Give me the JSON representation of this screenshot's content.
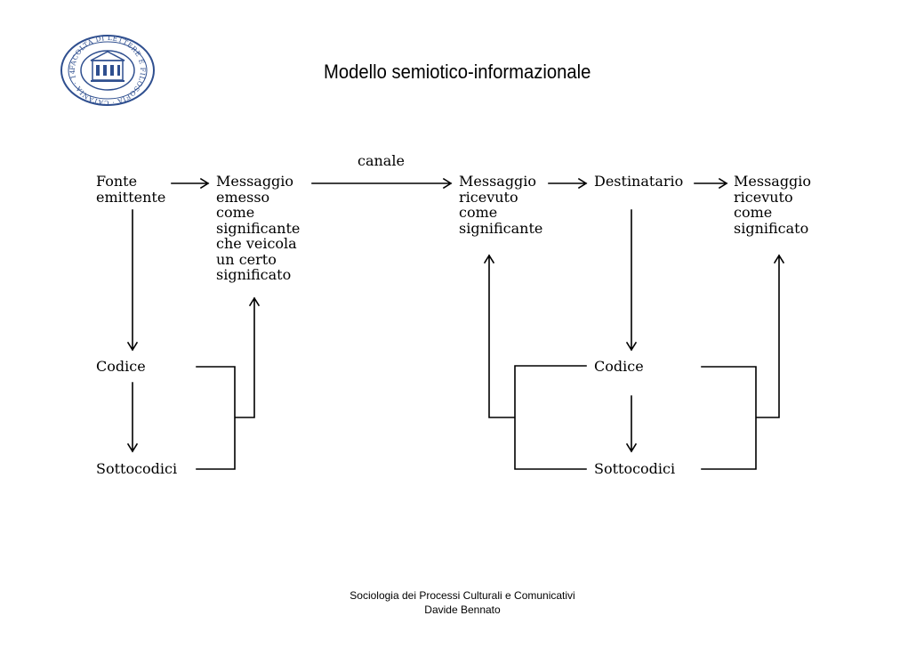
{
  "slide": {
    "title": "Modello semiotico-informazionale",
    "logo": {
      "description_icon": "university-seal-icon",
      "text": "FACOLTA DI LETTERE E FILOSOFIA · CATANIA · 1434",
      "color": "#2f4f8f"
    },
    "footer": {
      "line1": "Sociologia dei Processi Culturali e Comunicativi",
      "line2": "Davide Bennato"
    }
  },
  "diagram": {
    "channel_label": "canale",
    "nodes": {
      "fonte": "Fonte\nemittente",
      "messaggio_emesso": "Messaggio\nemesso\ncome\nsignificante\nche veicola\nun certo\nsignificato",
      "messaggio_ricevuto_significante": "Messaggio\nricevuto\ncome\nsignificante",
      "destinatario": "Destinatario",
      "messaggio_ricevuto_significato": "Messaggio\nricevuto\ncome\nsignificato",
      "codice_left": "Codice",
      "sottocodici_left": "Sottocodici",
      "codice_right": "Codice",
      "sottocodici_right": "Sottocodici"
    }
  }
}
